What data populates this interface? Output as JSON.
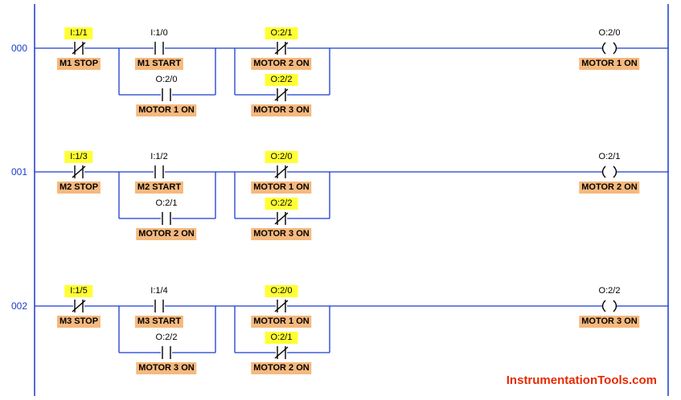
{
  "rungs": [
    {
      "number": "000",
      "elements": [
        {
          "type": "nc",
          "address": "I:1/1",
          "desc": "M1 STOP",
          "highlight": true
        },
        {
          "type": "no",
          "address": "I:1/0",
          "desc": "M1 START",
          "highlight": false
        },
        {
          "type": "no",
          "address": "O:2/0",
          "desc": "MOTOR 1 ON",
          "highlight": false
        },
        {
          "type": "nc",
          "address": "O:2/1",
          "desc": "MOTOR 2 ON",
          "highlight": true
        },
        {
          "type": "nc",
          "address": "O:2/2",
          "desc": "MOTOR 3 ON",
          "highlight": true
        },
        {
          "type": "coil",
          "address": "O:2/0",
          "desc": "MOTOR 1 ON",
          "highlight": false
        }
      ]
    },
    {
      "number": "001",
      "elements": [
        {
          "type": "nc",
          "address": "I:1/3",
          "desc": "M2 STOP",
          "highlight": true
        },
        {
          "type": "no",
          "address": "I:1/2",
          "desc": "M2 START",
          "highlight": false
        },
        {
          "type": "no",
          "address": "O:2/1",
          "desc": "MOTOR 2 ON",
          "highlight": false
        },
        {
          "type": "nc",
          "address": "O:2/0",
          "desc": "MOTOR 1 ON",
          "highlight": true
        },
        {
          "type": "nc",
          "address": "O:2/2",
          "desc": "MOTOR 3 ON",
          "highlight": true
        },
        {
          "type": "coil",
          "address": "O:2/1",
          "desc": "MOTOR 2 ON",
          "highlight": false
        }
      ]
    },
    {
      "number": "002",
      "elements": [
        {
          "type": "nc",
          "address": "I:1/5",
          "desc": "M3 STOP",
          "highlight": true
        },
        {
          "type": "no",
          "address": "I:1/4",
          "desc": "M3 START",
          "highlight": false
        },
        {
          "type": "no",
          "address": "O:2/2",
          "desc": "MOTOR 3 ON",
          "highlight": false
        },
        {
          "type": "nc",
          "address": "O:2/0",
          "desc": "MOTOR 1 ON",
          "highlight": true
        },
        {
          "type": "nc",
          "address": "O:2/1",
          "desc": "MOTOR 2 ON",
          "highlight": true
        },
        {
          "type": "coil",
          "address": "O:2/2",
          "desc": "MOTOR 3 ON",
          "highlight": false
        }
      ]
    }
  ],
  "watermark": "InstrumentationTools.com",
  "colors": {
    "address_highlight": "#ffff33",
    "description_bg": "#f5b97e",
    "rung_number": "#1a3ccf",
    "watermark": "#e62a00",
    "wire": "#1a3ccf",
    "contact": "#000000"
  }
}
